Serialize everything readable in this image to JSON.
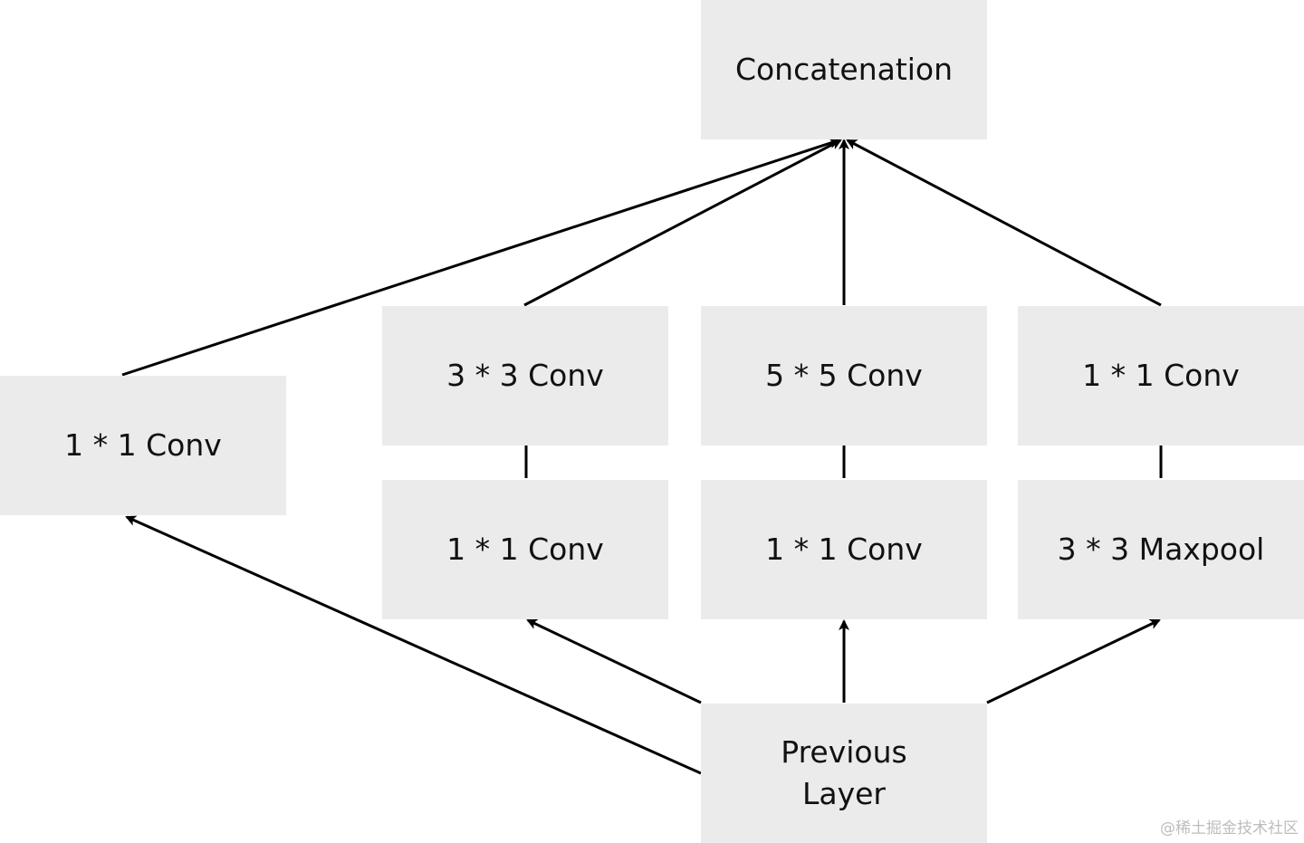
{
  "nodes": {
    "concat": {
      "label": "Concatenation"
    },
    "b1_conv1x1": {
      "label": "1 * 1 Conv"
    },
    "b2_conv3x3": {
      "label": "3 * 3 Conv"
    },
    "b2_reduce1x1": {
      "label": "1 * 1 Conv"
    },
    "b3_conv5x5": {
      "label": "5 * 5 Conv"
    },
    "b3_reduce1x1": {
      "label": "1 * 1 Conv"
    },
    "b4_conv1x1": {
      "label": "1 * 1 Conv"
    },
    "b4_maxpool": {
      "label": "3 * 3 Maxpool"
    },
    "prev_layer": {
      "line1": "Previous",
      "line2": "Layer"
    }
  },
  "edges": [
    {
      "from": "prev_layer",
      "to": "b1_conv1x1"
    },
    {
      "from": "prev_layer",
      "to": "b2_reduce1x1"
    },
    {
      "from": "prev_layer",
      "to": "b3_reduce1x1"
    },
    {
      "from": "prev_layer",
      "to": "b4_maxpool"
    },
    {
      "from": "b2_reduce1x1",
      "to": "b2_conv3x3"
    },
    {
      "from": "b3_reduce1x1",
      "to": "b3_conv5x5"
    },
    {
      "from": "b4_maxpool",
      "to": "b4_conv1x1"
    },
    {
      "from": "b1_conv1x1",
      "to": "concat"
    },
    {
      "from": "b2_conv3x3",
      "to": "concat"
    },
    {
      "from": "b3_conv5x5",
      "to": "concat"
    },
    {
      "from": "b4_conv1x1",
      "to": "concat"
    }
  ],
  "colors": {
    "box_fill": "#ebebeb",
    "text": "#111111",
    "arrow": "#000000"
  },
  "watermark": "@稀土掘金技术社区"
}
